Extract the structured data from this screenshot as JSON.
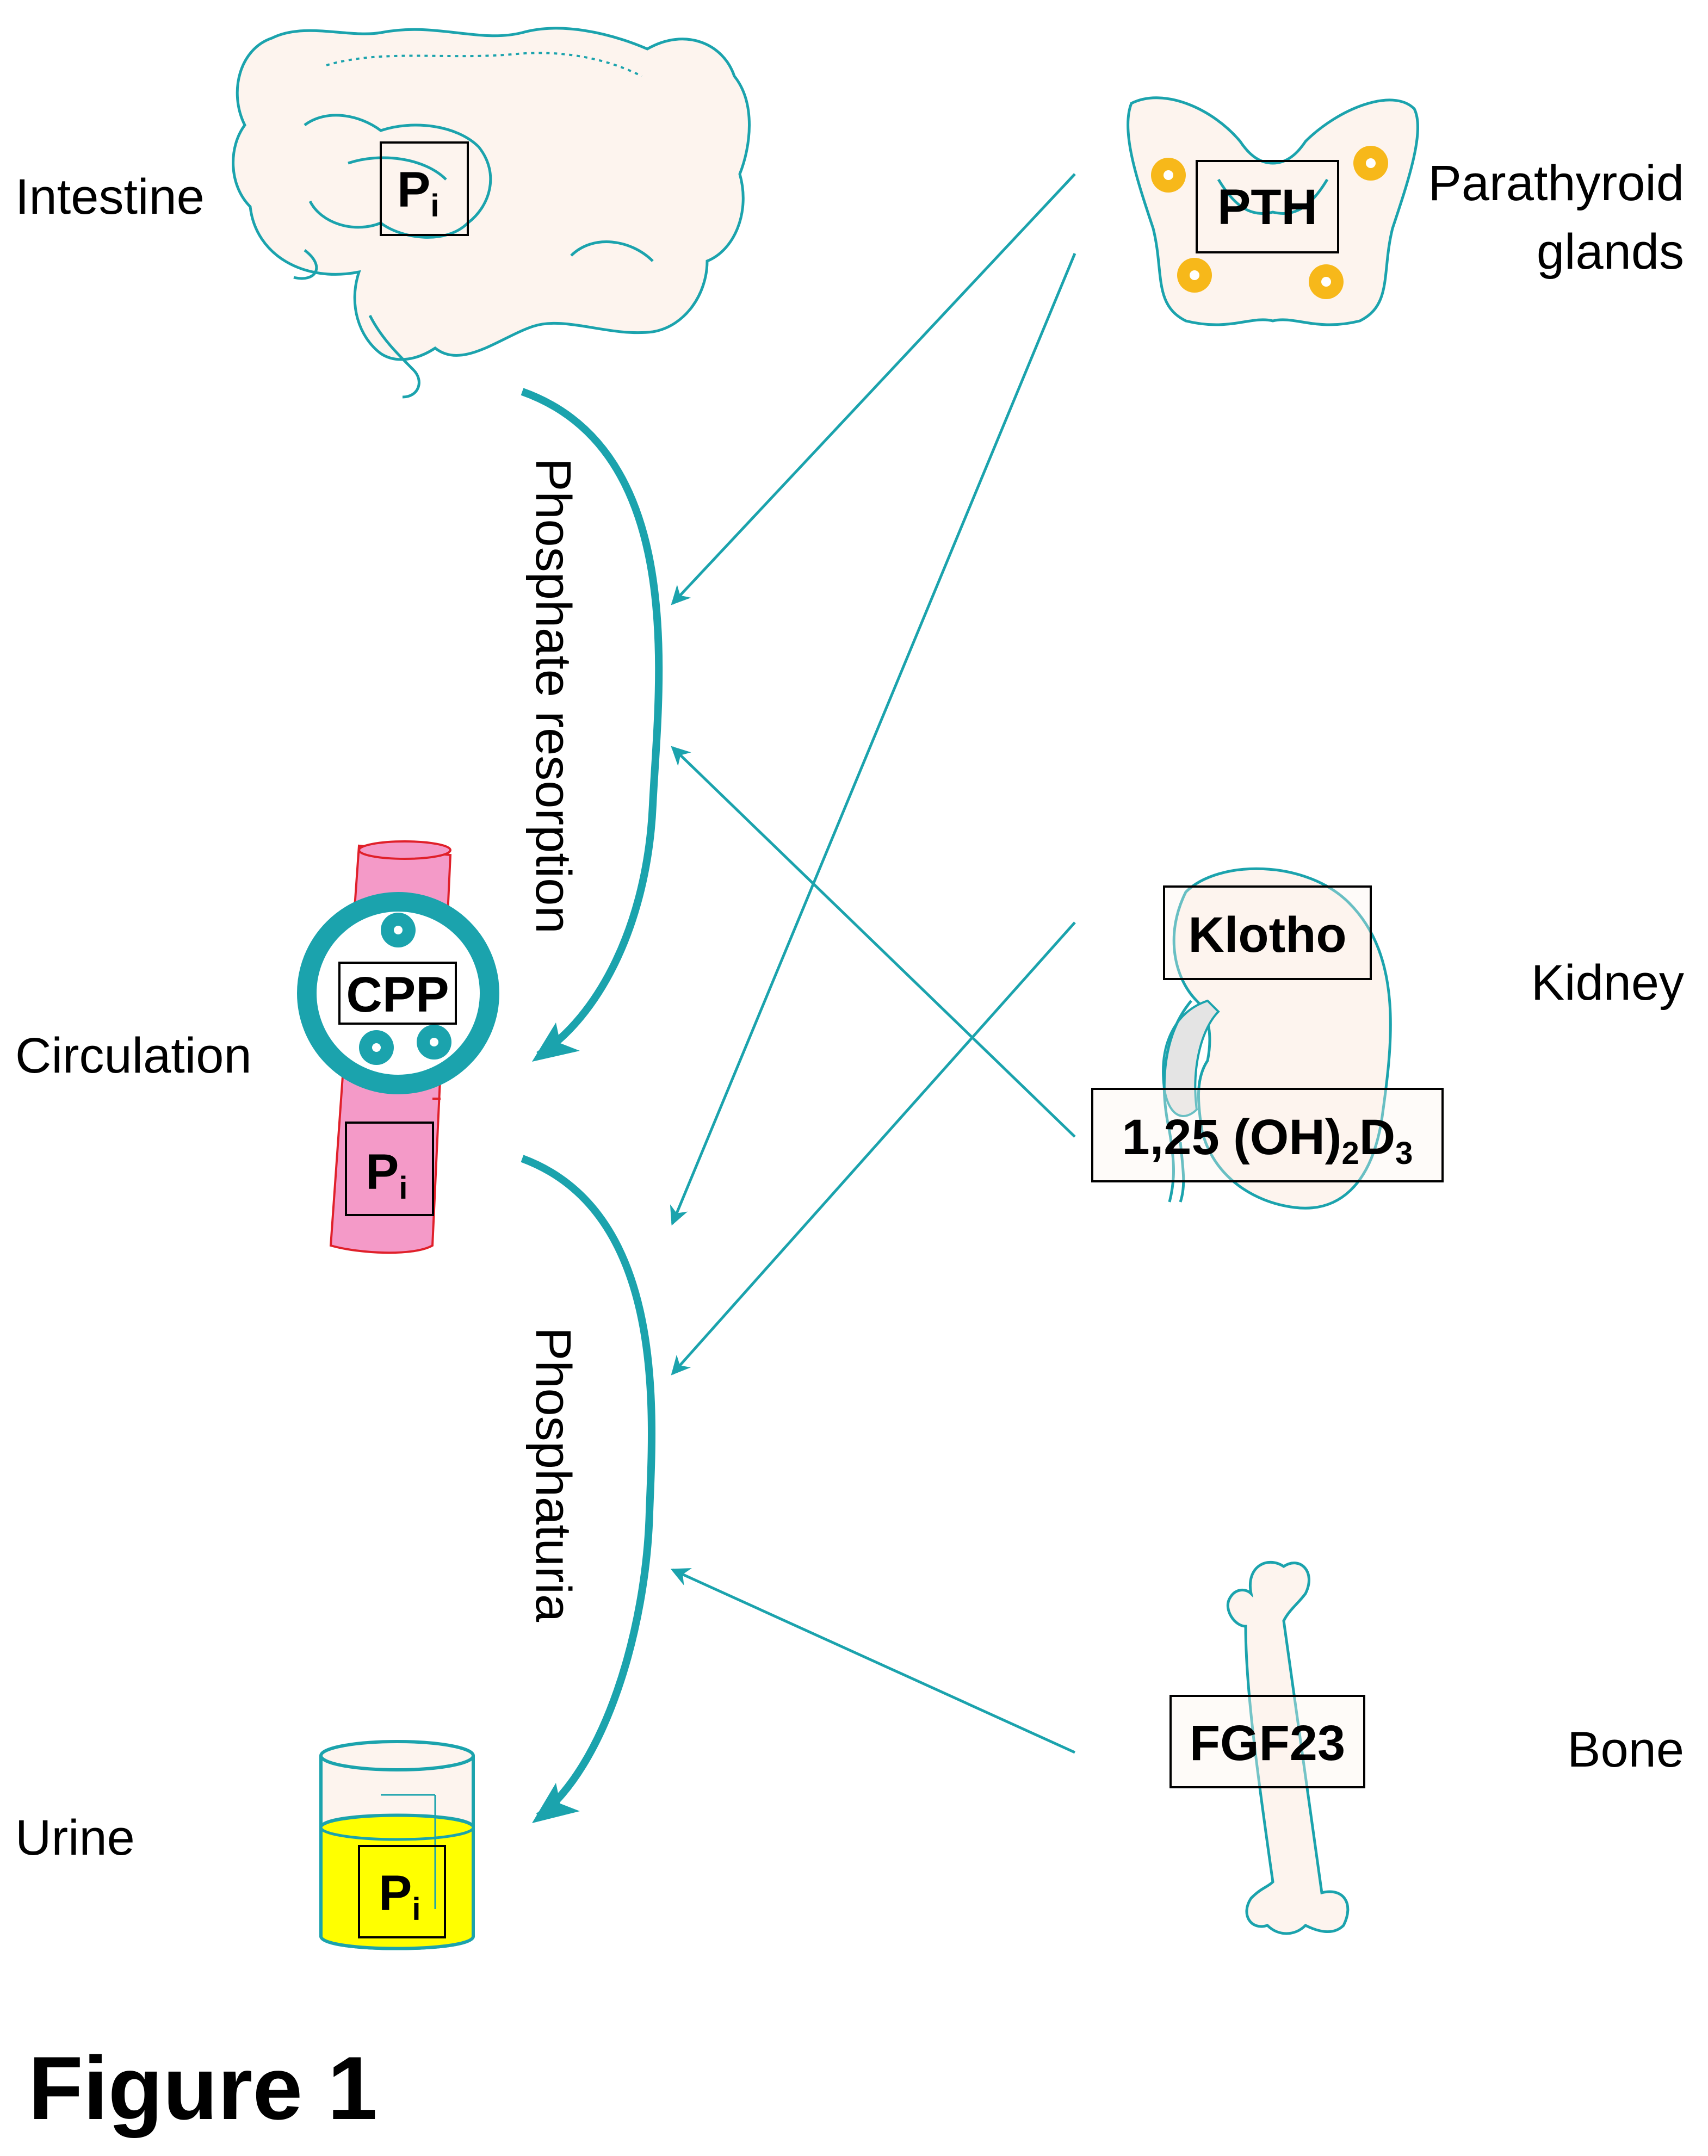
{
  "colors": {
    "teal": "#1BA3AD",
    "organ_fill": "#FDF4EE",
    "vessel_pink": "#F49AC8",
    "vessel_red": "#E0202A",
    "urine_yellow": "#FFFF00",
    "gland_yellow": "#F7B81A"
  },
  "organs": {
    "intestine": "Intestine",
    "circulation": "Circulation",
    "urine": "Urine",
    "parathyroid_line1": "Parathyroid",
    "parathyroid_line2": "glands",
    "kidney": "Kidney",
    "bone": "Bone"
  },
  "boxes": {
    "pi_main": "P",
    "pi_sub": "i",
    "cpp": "CPP",
    "pth": "PTH",
    "klotho": "Klotho",
    "vitd_a": "1,25 (OH)",
    "vitd_sub1": "2",
    "vitd_b": "D",
    "vitd_sub2": "3",
    "fgf23": "FGF23"
  },
  "processes": {
    "upper": "Phosphate resorption",
    "lower": "Phosphaturia"
  },
  "figure_label": "Figure 1"
}
